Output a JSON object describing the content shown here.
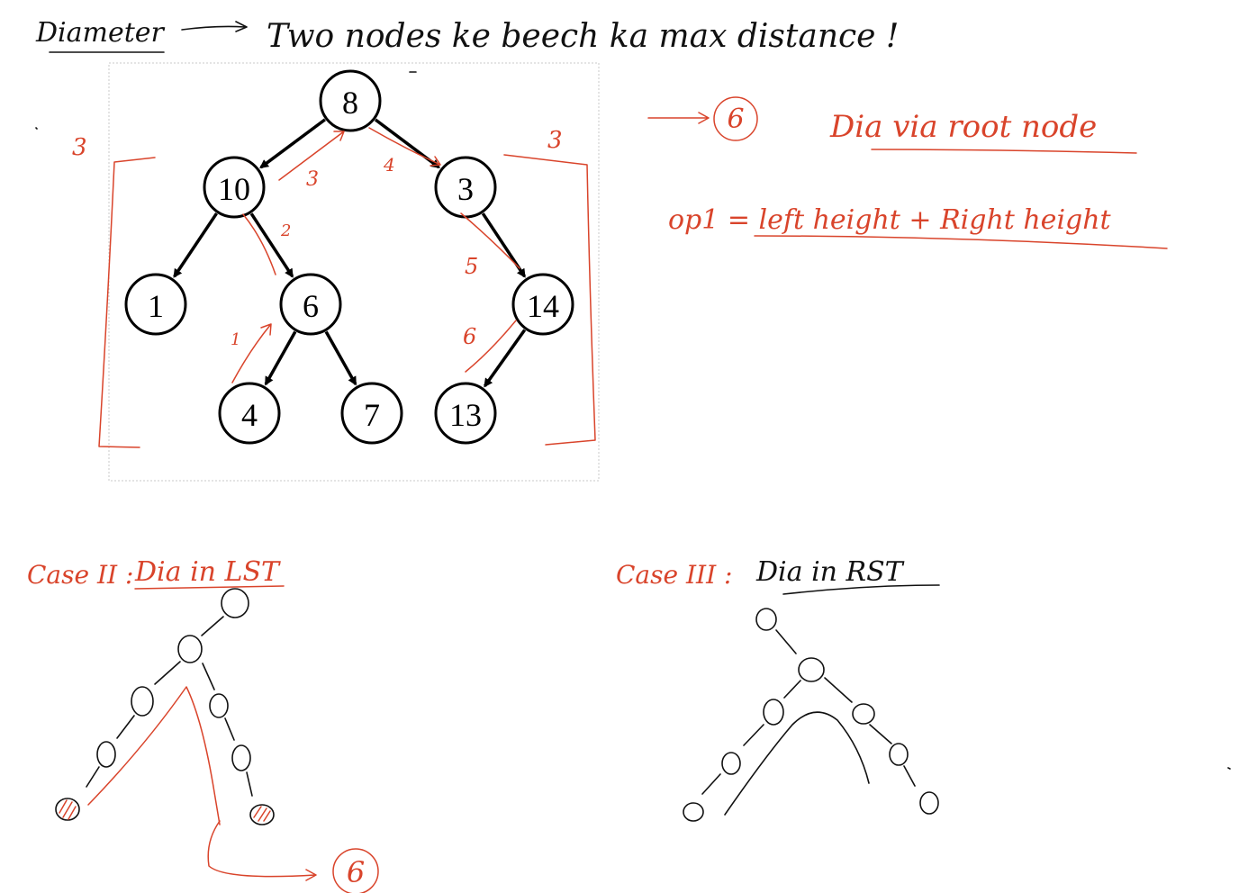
{
  "header": {
    "term": "Diameter",
    "definition": "Two nodes ke beech ka max distance !"
  },
  "tree": {
    "nodes": [
      {
        "id": "n8",
        "label": "8"
      },
      {
        "id": "n10",
        "label": "10"
      },
      {
        "id": "n3",
        "label": "3"
      },
      {
        "id": "n1",
        "label": "1"
      },
      {
        "id": "n6",
        "label": "6"
      },
      {
        "id": "n14",
        "label": "14"
      },
      {
        "id": "n4",
        "label": "4"
      },
      {
        "id": "n7",
        "label": "7"
      },
      {
        "id": "n13",
        "label": "13"
      }
    ],
    "edges": [
      [
        "n8",
        "n10"
      ],
      [
        "n8",
        "n3"
      ],
      [
        "n10",
        "n1"
      ],
      [
        "n10",
        "n6"
      ],
      [
        "n6",
        "n4"
      ],
      [
        "n6",
        "n7"
      ],
      [
        "n3",
        "n14"
      ],
      [
        "n14",
        "n13"
      ]
    ]
  },
  "annotations": {
    "left_height": "3",
    "right_height": "3",
    "path_steps": [
      "1",
      "2",
      "3",
      "4",
      "5",
      "6"
    ],
    "case1_result": "6",
    "case1_label": "Dia via root node",
    "formula": "op1 = left height + Right height",
    "case2_label": "Case II :",
    "case2_title": "Dia in LST",
    "case2_result": "6",
    "case3_label": "Case III :",
    "case3_title": "Dia in RST"
  },
  "colors": {
    "ink": "#111111",
    "annotation": "#d9442b"
  }
}
